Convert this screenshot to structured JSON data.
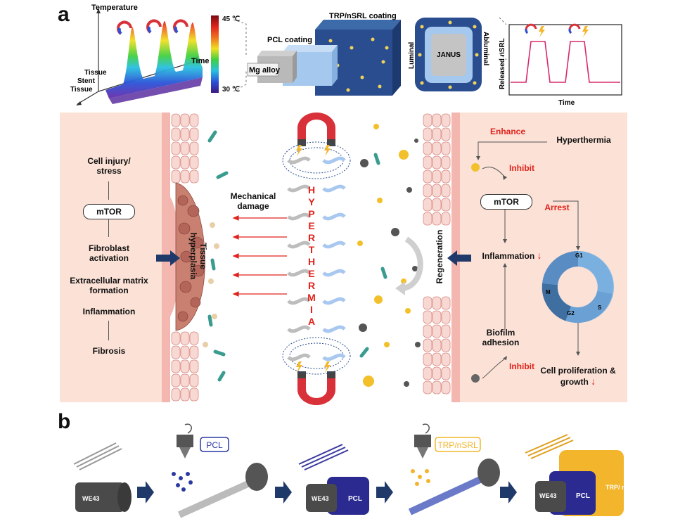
{
  "panel_a": {
    "label": "a",
    "heat_plot": {
      "y_axis": "Temperature",
      "x_axis": "Time",
      "depth_labels": [
        "Tissue",
        "Stent",
        "Tissue"
      ],
      "colorbar_max": "45 ℃",
      "colorbar_min": "30 ℃"
    },
    "stent_layers": {
      "outer": "TRP/nSRL coating",
      "middle": "PCL coating",
      "core": "Mg alloy"
    },
    "cross_section": {
      "core": "JANUS",
      "luminal": "Luminal",
      "abluminal": "Abluminal"
    },
    "release_plot": {
      "y_axis": "Released nSRL",
      "x_axis": "Time"
    },
    "left_pathway": {
      "steps": [
        "Cell injury/ stress",
        "mTOR",
        "Fibroblast activation",
        "Extracellular matrix formation",
        "Inflammation",
        "Fibrosis"
      ],
      "tissue_label": "Tissue hyperplasia",
      "damage_label": "Mechanical damage"
    },
    "center": {
      "hyperthermia_letters": [
        "H",
        "Y",
        "P",
        "E",
        "R",
        "T",
        "H",
        "E",
        "R",
        "M",
        "I",
        "A"
      ]
    },
    "right_pathway": {
      "regeneration": "Regeneration",
      "enhance": "Enhance",
      "hyperthermia": "Hyperthermia",
      "inhibit_top": "Inhibit",
      "mtor": "mTOR",
      "arrest": "Arrest",
      "inflammation": "Inflammation",
      "down_arrow": "↓",
      "biofilm": "Biofilm adhesion",
      "inhibit_bottom": "Inhibit",
      "cell_cycle": [
        "G1",
        "S",
        "G2",
        "M"
      ],
      "proliferation": "Cell proliferation & growth"
    }
  },
  "panel_b": {
    "label": "b",
    "steps": {
      "block1": "WE43",
      "pcl_tag": "PCL",
      "block3_core": "WE43",
      "block3_layer": "PCL",
      "trp_tag": "TRP/nSRL",
      "block5_core": "WE43",
      "block5_mid": "PCL",
      "block5_outer": "TRP/ nSRL"
    }
  },
  "colors": {
    "heat_red": "#e0231c",
    "stent_blue": "#2a4d8f",
    "pcl_blue": "#3a3aa0",
    "trp_gold": "#f2b52c",
    "panel_bg": "#fbe1d6",
    "magnet_red": "#d8313a",
    "arrow_navy": "#1f3a6a"
  }
}
